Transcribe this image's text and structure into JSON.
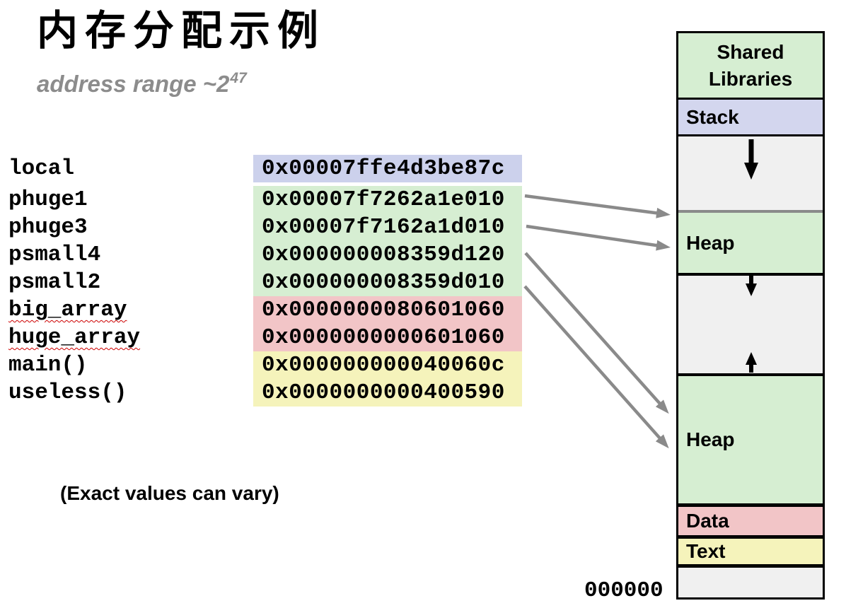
{
  "title": "内存分配示例",
  "subtitle": {
    "text": "address range ~2",
    "exponent": "47"
  },
  "note": "(Exact values can vary)",
  "rows": [
    {
      "name": "local",
      "address": "0x00007ffe4d3be87c",
      "color": "lavender"
    },
    {
      "name": "phuge1",
      "address": "0x00007f7262a1e010",
      "color": "green"
    },
    {
      "name": "phuge3",
      "address": "0x00007f7162a1d010",
      "color": "green"
    },
    {
      "name": "psmall4",
      "address": "0x000000008359d120",
      "color": "green"
    },
    {
      "name": "psmall2",
      "address": "0x000000008359d010",
      "color": "green"
    },
    {
      "name": "big_array",
      "address": "0x0000000080601060",
      "color": "pink",
      "underline": "wavy-red"
    },
    {
      "name": "huge_array",
      "address": "0x0000000000601060",
      "color": "pink",
      "underline": "wavy-red"
    },
    {
      "name": "main()",
      "address": "0x000000000040060c",
      "color": "yellow"
    },
    {
      "name": "useless()",
      "address": "0x0000000000400590",
      "color": "yellow"
    }
  ],
  "memory_map": {
    "segments": {
      "shared": "Shared Libraries",
      "stack": "Stack",
      "heap_upper": "Heap",
      "heap_lower": "Heap",
      "data": "Data",
      "text": "Text"
    },
    "bottom_address": "000000"
  },
  "colors": {
    "row_lavender": "#ccd1ec",
    "row_green": "#d6eed2",
    "row_pink": "#f2c5c7",
    "row_yellow": "#f5f3bb",
    "map_gray_fill": "#f0f0f0",
    "pointer_arrow_gray": "#8a8a8a",
    "subtitle_gray": "#8c8c8c",
    "squiggle_red": "#cc0000"
  }
}
